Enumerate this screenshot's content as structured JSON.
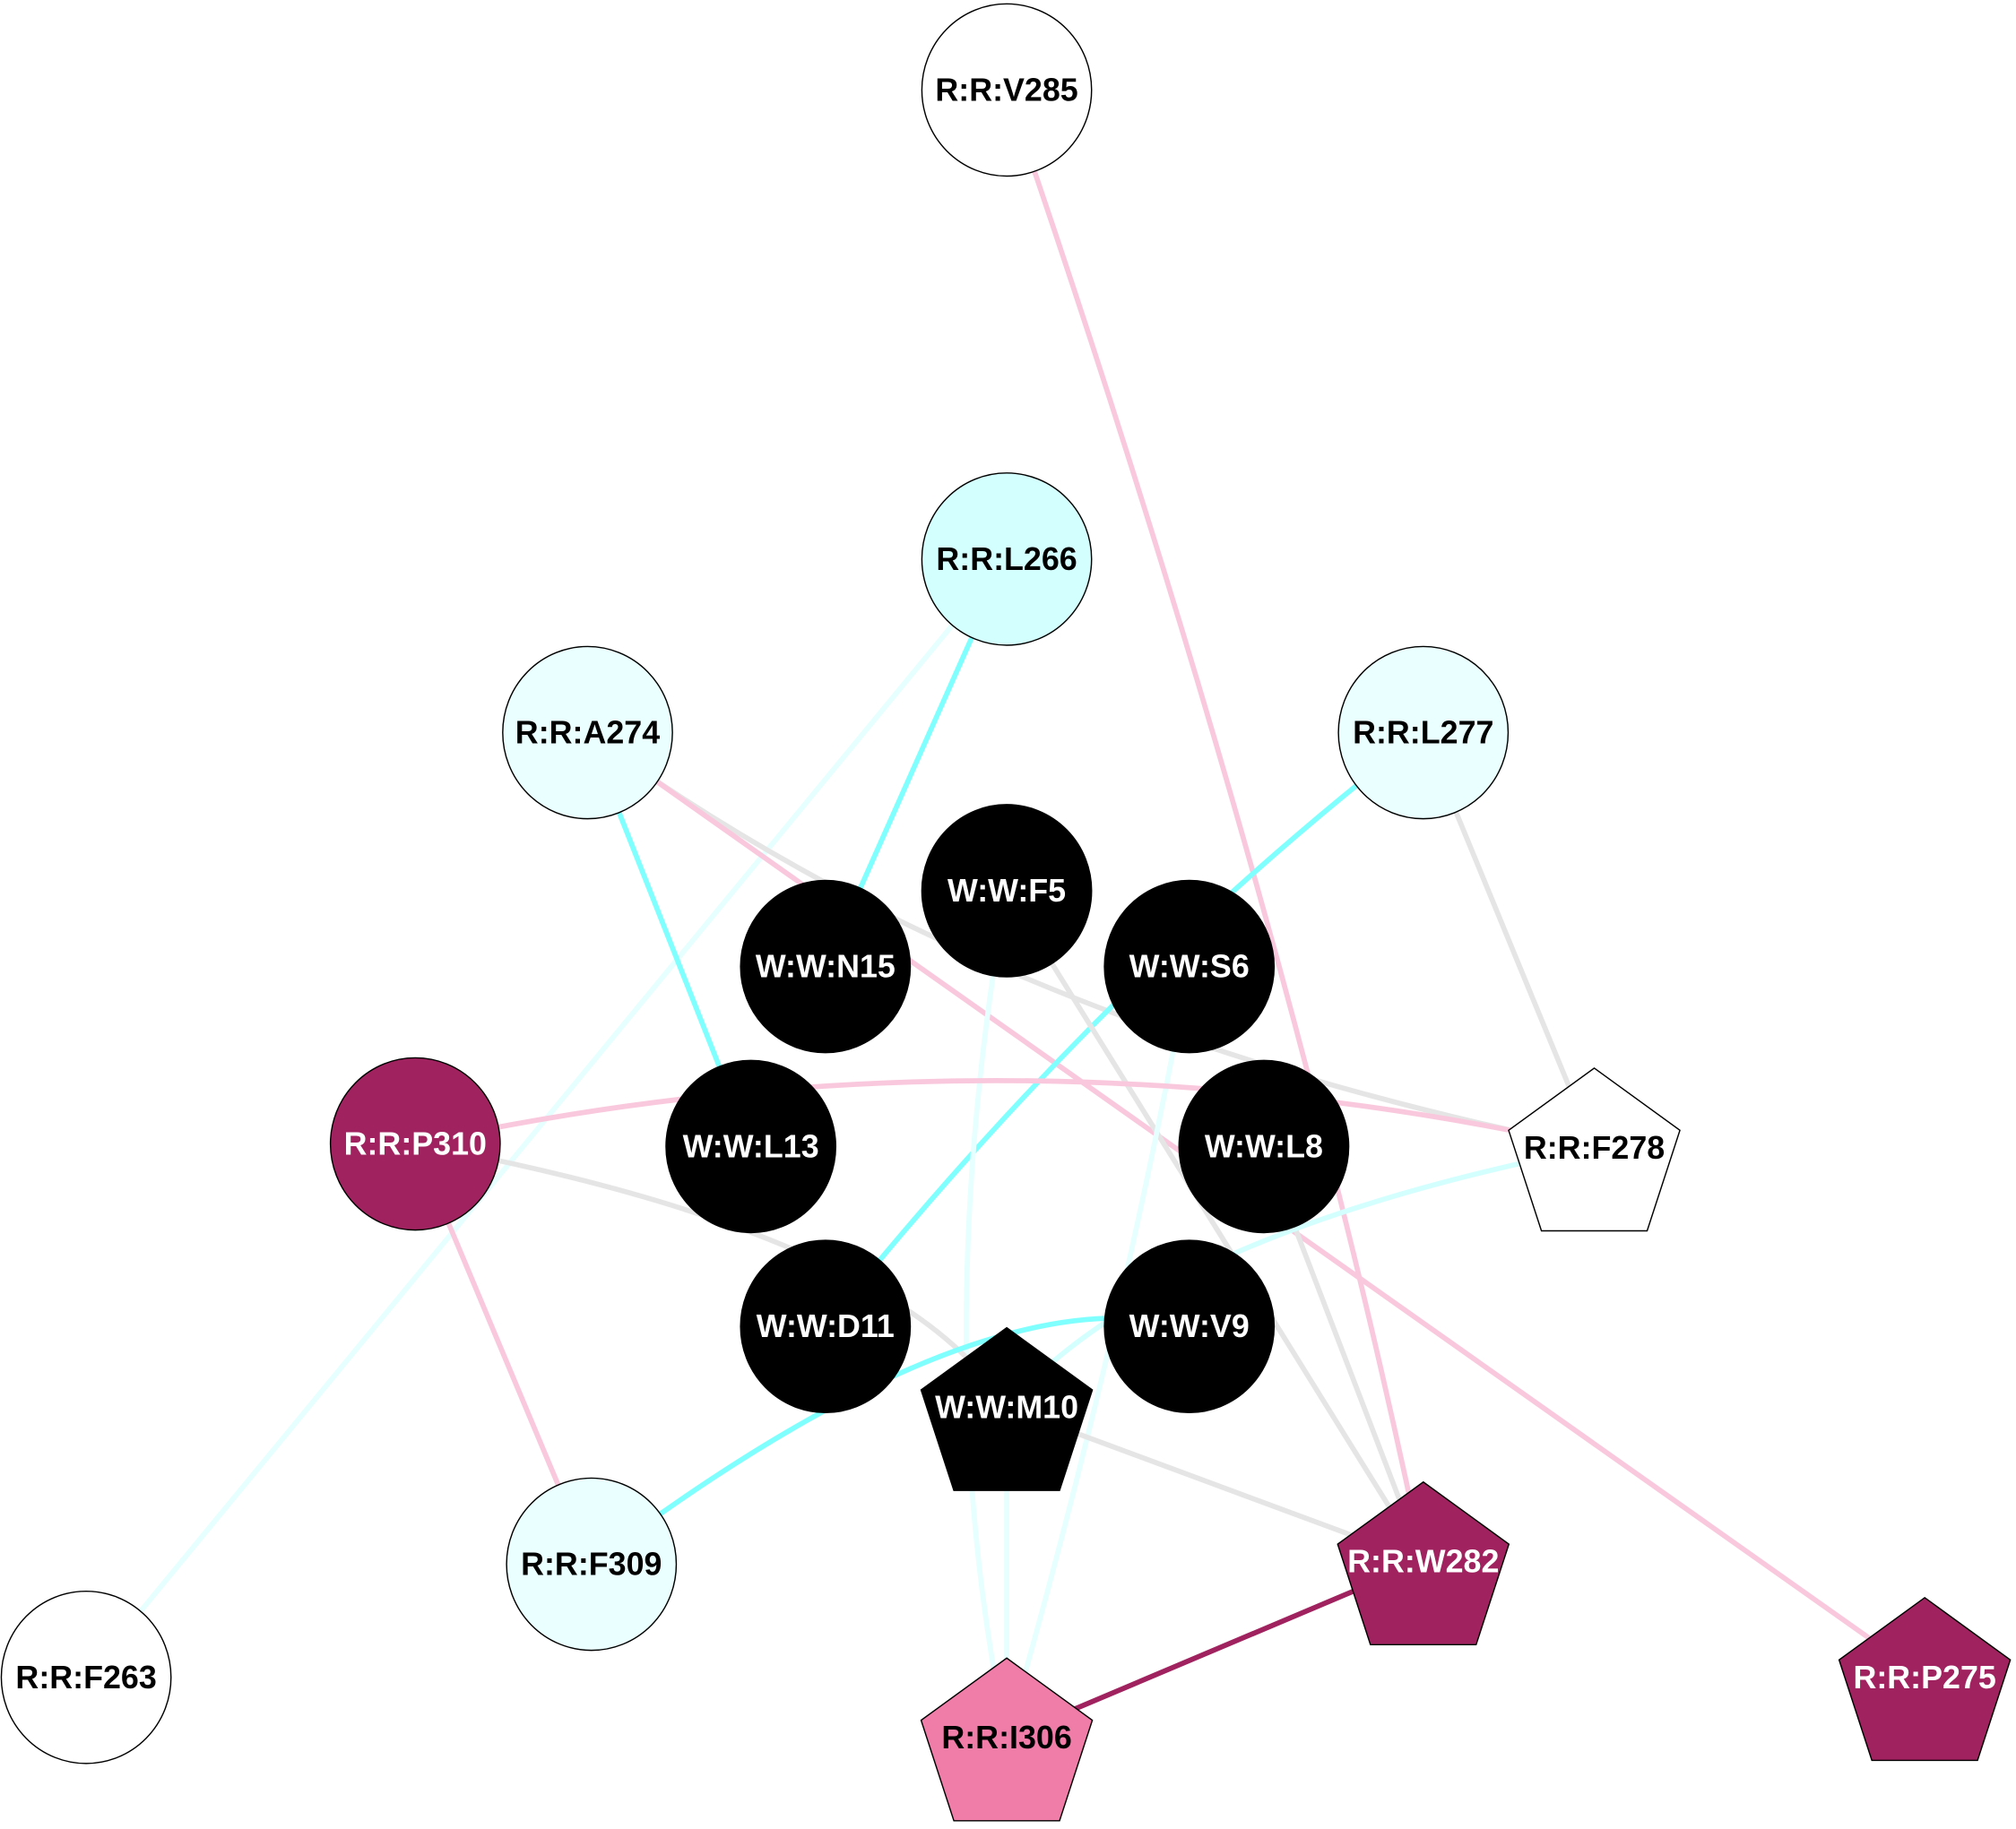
{
  "nodes": [
    {
      "id": "V285",
      "label": "R:R:V285",
      "fill": "#ffffff",
      "text": "#000000",
      "shape": "ellipse"
    },
    {
      "id": "L266",
      "label": "R:R:L266",
      "fill": "#d4ffff",
      "text": "#000000",
      "shape": "ellipse"
    },
    {
      "id": "A274",
      "label": "R:R:A274",
      "fill": "#eaffff",
      "text": "#000000",
      "shape": "ellipse"
    },
    {
      "id": "L277",
      "label": "R:R:L277",
      "fill": "#eaffff",
      "text": "#000000",
      "shape": "ellipse"
    },
    {
      "id": "F5",
      "label": "W:W:F5",
      "fill": "#000000",
      "text": "#ffffff",
      "shape": "ellipse"
    },
    {
      "id": "N15",
      "label": "W:W:N15",
      "fill": "#000000",
      "text": "#ffffff",
      "shape": "ellipse"
    },
    {
      "id": "S6",
      "label": "W:W:S6",
      "fill": "#000000",
      "text": "#ffffff",
      "shape": "ellipse"
    },
    {
      "id": "P310",
      "label": "R:R:P310",
      "fill": "#a0225f",
      "text": "#ffffff",
      "shape": "ellipse"
    },
    {
      "id": "L13",
      "label": "W:W:L13",
      "fill": "#000000",
      "text": "#ffffff",
      "shape": "ellipse"
    },
    {
      "id": "L8",
      "label": "W:W:L8",
      "fill": "#000000",
      "text": "#ffffff",
      "shape": "ellipse"
    },
    {
      "id": "F278",
      "label": "R:R:F278",
      "fill": "#ffffff",
      "text": "#000000",
      "shape": "pentagon"
    },
    {
      "id": "D11",
      "label": "W:W:D11",
      "fill": "#000000",
      "text": "#ffffff",
      "shape": "ellipse"
    },
    {
      "id": "V9",
      "label": "W:W:V9",
      "fill": "#000000",
      "text": "#ffffff",
      "shape": "ellipse"
    },
    {
      "id": "M10",
      "label": "W:W:M10",
      "fill": "#000000",
      "text": "#ffffff",
      "shape": "pentagon"
    },
    {
      "id": "F309",
      "label": "R:R:F309",
      "fill": "#eaffff",
      "text": "#000000",
      "shape": "ellipse"
    },
    {
      "id": "F263",
      "label": "R:R:F263",
      "fill": "#ffffff",
      "text": "#000000",
      "shape": "ellipse"
    },
    {
      "id": "W282",
      "label": "R:R:W282",
      "fill": "#a0225f",
      "text": "#ffffff",
      "shape": "pentagon"
    },
    {
      "id": "I306",
      "label": "R:R:I306",
      "fill": "#f07ca8",
      "text": "#000000",
      "shape": "pentagon"
    },
    {
      "id": "P275",
      "label": "R:R:P275",
      "fill": "#a0225f",
      "text": "#ffffff",
      "shape": "pentagon"
    }
  ],
  "edges": [
    {
      "source": "V285",
      "target": "W282",
      "color": "#f9c8dc"
    },
    {
      "source": "L266",
      "target": "N15",
      "color": "#80ffff"
    },
    {
      "source": "L266",
      "target": "F263",
      "color": "#e6ffff"
    },
    {
      "source": "A274",
      "target": "L13",
      "color": "#80ffff"
    },
    {
      "source": "A274",
      "target": "F278",
      "color": "#e5e5e5"
    },
    {
      "source": "A274",
      "target": "P275",
      "color": "#f9c8dc"
    },
    {
      "source": "L277",
      "target": "D11",
      "color": "#80ffff"
    },
    {
      "source": "L277",
      "target": "F278",
      "color": "#e5e5e5"
    },
    {
      "source": "F5",
      "target": "W282",
      "color": "#e5e5e5"
    },
    {
      "source": "F5",
      "target": "I306",
      "color": "#e6ffff"
    },
    {
      "source": "S6",
      "target": "I306",
      "color": "#e6ffff"
    },
    {
      "source": "L8",
      "target": "W282",
      "color": "#e5e5e5"
    },
    {
      "source": "P310",
      "target": "F278",
      "color": "#f9c8dc"
    },
    {
      "source": "P310",
      "target": "M10",
      "color": "#e5e5e5"
    },
    {
      "source": "P310",
      "target": "F309",
      "color": "#f9c8dc"
    },
    {
      "source": "F278",
      "target": "M10",
      "color": "#d4ffff"
    },
    {
      "source": "V9",
      "target": "F309",
      "color": "#80ffff"
    },
    {
      "source": "M10",
      "target": "W282",
      "color": "#e5e5e5"
    },
    {
      "source": "M10",
      "target": "I306",
      "color": "#e6ffff"
    },
    {
      "source": "W282",
      "target": "I306",
      "color": "#a0225f"
    }
  ]
}
